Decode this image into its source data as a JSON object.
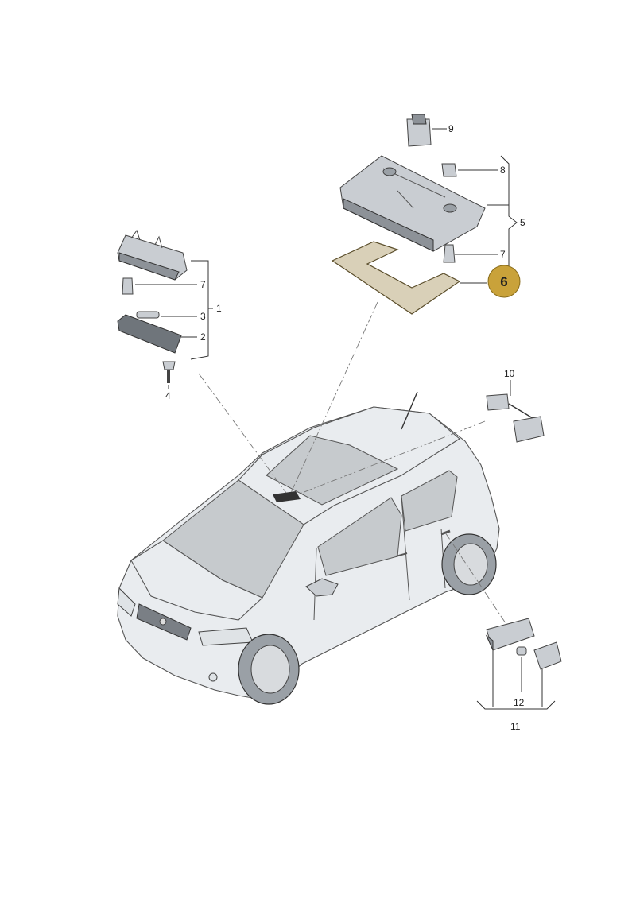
{
  "diagram": {
    "highlight_color": "#c9a23a",
    "part_fill_color": "#d9d0b8",
    "labels": {
      "l1": "1",
      "l2": "2",
      "l3": "3",
      "l4": "4",
      "l5": "5",
      "l6": "6",
      "l7a": "7",
      "l7b": "7",
      "l8": "8",
      "l9": "9",
      "l10": "10",
      "l11": "11",
      "l12": "12"
    }
  }
}
